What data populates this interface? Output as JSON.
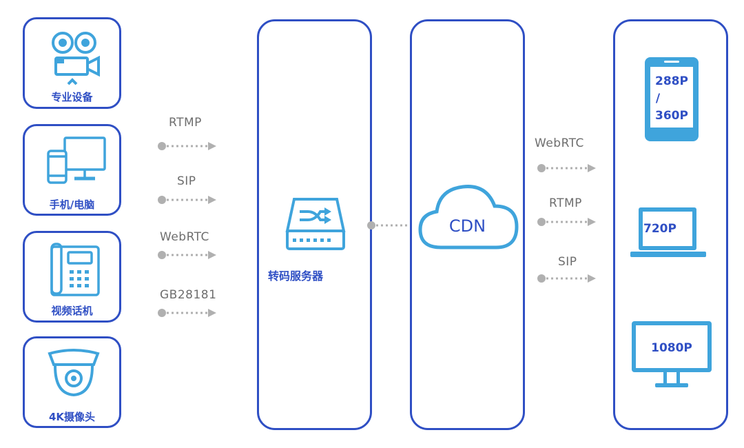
{
  "sources": [
    {
      "label": "专业设备",
      "icon": "camcorder-icon"
    },
    {
      "label": "手机/电脑",
      "icon": "phone-monitor-icon"
    },
    {
      "label": "视频话机",
      "icon": "desk-phone-icon"
    },
    {
      "label": "4K摄像头",
      "icon": "dome-camera-icon"
    }
  ],
  "input_protocols": [
    "RTMP",
    "SIP",
    "WebRTC",
    "GB28181"
  ],
  "transcode": {
    "label": "转码服务器",
    "icon": "server-switch-icon"
  },
  "cdn": {
    "label": "CDN",
    "icon": "cloud-icon"
  },
  "output_protocols": [
    "WebRTC",
    "RTMP",
    "SIP"
  ],
  "outputs": [
    {
      "label_lines": [
        "288P",
        "/",
        "360P"
      ],
      "icon": "phone-icon"
    },
    {
      "label": "720P",
      "icon": "laptop-icon"
    },
    {
      "label": "1080P",
      "icon": "monitor-icon"
    }
  ],
  "colors": {
    "border": "#2f4fc4",
    "icon": "#3fa4dc",
    "arrow": "#b0b0b0",
    "label": "#2f4fc4",
    "protocol_text": "#6e6e6e"
  }
}
